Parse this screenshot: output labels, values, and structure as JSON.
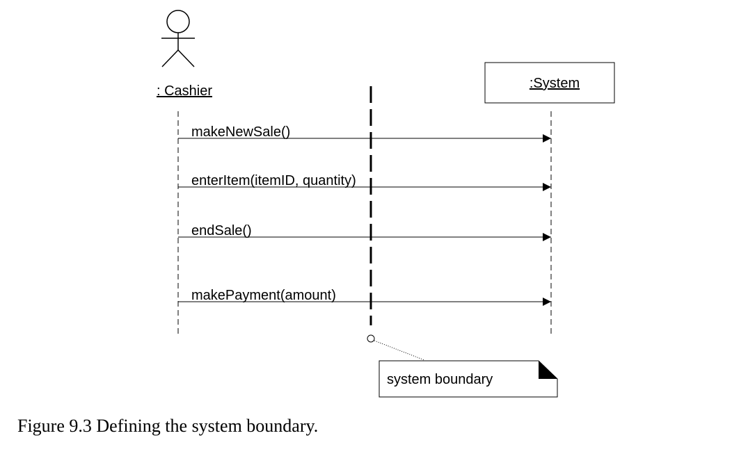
{
  "diagram": {
    "actor_label": ": Cashier",
    "system_label": ":System",
    "messages": [
      {
        "label": "makeNewSale()"
      },
      {
        "label": "enterItem(itemID, quantity)"
      },
      {
        "label": "endSale()"
      },
      {
        "label": "makePayment(amount)"
      }
    ],
    "note_label": "system boundary"
  },
  "caption": "Figure 9.3 Defining the system boundary."
}
